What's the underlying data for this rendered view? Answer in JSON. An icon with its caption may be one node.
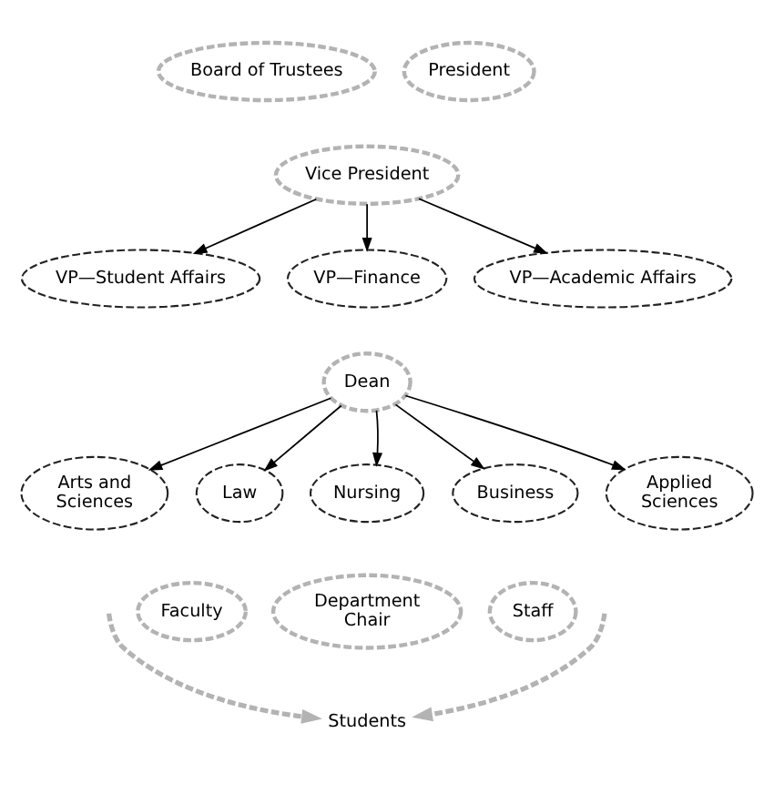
{
  "diagram": {
    "nodes": [
      {
        "text": [
          "Board of Trustees"
        ]
      },
      {
        "text": [
          "President"
        ]
      },
      {
        "text": [
          "Vice President"
        ]
      },
      {
        "text": [
          "VP—Student Affairs"
        ]
      },
      {
        "text": [
          "VP—Finance"
        ]
      },
      {
        "text": [
          "VP—Academic Affairs"
        ]
      },
      {
        "text": [
          "Dean"
        ]
      },
      {
        "text": [
          "Arts and Sciences"
        ]
      },
      {
        "text": [
          "Applied Sciences"
        ]
      },
      {
        "text": [
          "Law"
        ]
      },
      {
        "text": [
          "Nursing"
        ]
      },
      {
        "text": [
          "Business"
        ]
      },
      {
        "text": [
          "Faculty"
        ]
      },
      {
        "text": [
          "Department Chair"
        ]
      },
      {
        "text": [
          "Staff"
        ]
      },
      {
        "text": [
          "Students"
        ]
      }
    ],
    "edges": [
      {
        "from": 2,
        "to": 3,
        "arrow": "to"
      },
      {
        "from": 2,
        "to": 4,
        "arrow": "to"
      },
      {
        "from": 2,
        "to": 5,
        "arrow": "to"
      },
      {
        "from": 6,
        "to": 7,
        "arrow": "to"
      },
      {
        "from": 6,
        "to": 8,
        "arrow": "to"
      },
      {
        "from": 6,
        "to": 9,
        "arrow": "to"
      },
      {
        "from": 6,
        "to": 10,
        "arrow": "to"
      },
      {
        "from": 6,
        "to": 11,
        "arrow": "to"
      },
      {
        "from": null,
        "to": 15,
        "arrow": "to",
        "style": "dashed",
        "color": "#b3b3b3"
      },
      {
        "from": null,
        "to": 15,
        "arrow": "to",
        "style": "dashed",
        "color": "#b3b3b3"
      }
    ]
  }
}
